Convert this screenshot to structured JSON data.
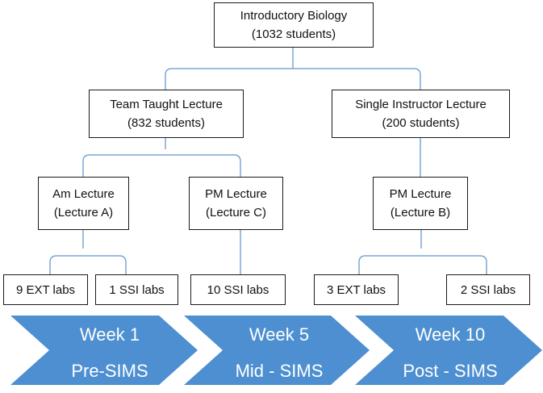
{
  "colors": {
    "connector": "#7aa7d6",
    "chevron": "#4d8fd1",
    "chevron_text": "#ffffff",
    "box_border": "#1a1a1a"
  },
  "nodes": {
    "root": {
      "line1": "Introductory Biology",
      "line2": "(1032 students)"
    },
    "team": {
      "line1": "Team Taught Lecture",
      "line2": "(832 students)"
    },
    "single": {
      "line1": "Single Instructor Lecture",
      "line2": "(200 students)"
    },
    "lec_a": {
      "line1": "Am Lecture",
      "line2": "(Lecture A)"
    },
    "lec_c": {
      "line1": "PM Lecture",
      "line2": "(Lecture C)"
    },
    "lec_b": {
      "line1": "PM Lecture",
      "line2": "(Lecture B)"
    },
    "lab_a_ext": {
      "line1": "9 EXT labs"
    },
    "lab_a_ssi": {
      "line1": "1 SSI labs"
    },
    "lab_c_ssi": {
      "line1": "10 SSI labs"
    },
    "lab_b_ext": {
      "line1": "3 EXT labs"
    },
    "lab_b_ssi": {
      "line1": "2 SSI labs"
    }
  },
  "timeline": [
    {
      "week": "Week 1",
      "phase": "Pre-SIMS"
    },
    {
      "week": "Week 5",
      "phase": "Mid - SIMS"
    },
    {
      "week": "Week 10",
      "phase": "Post - SIMS"
    }
  ]
}
